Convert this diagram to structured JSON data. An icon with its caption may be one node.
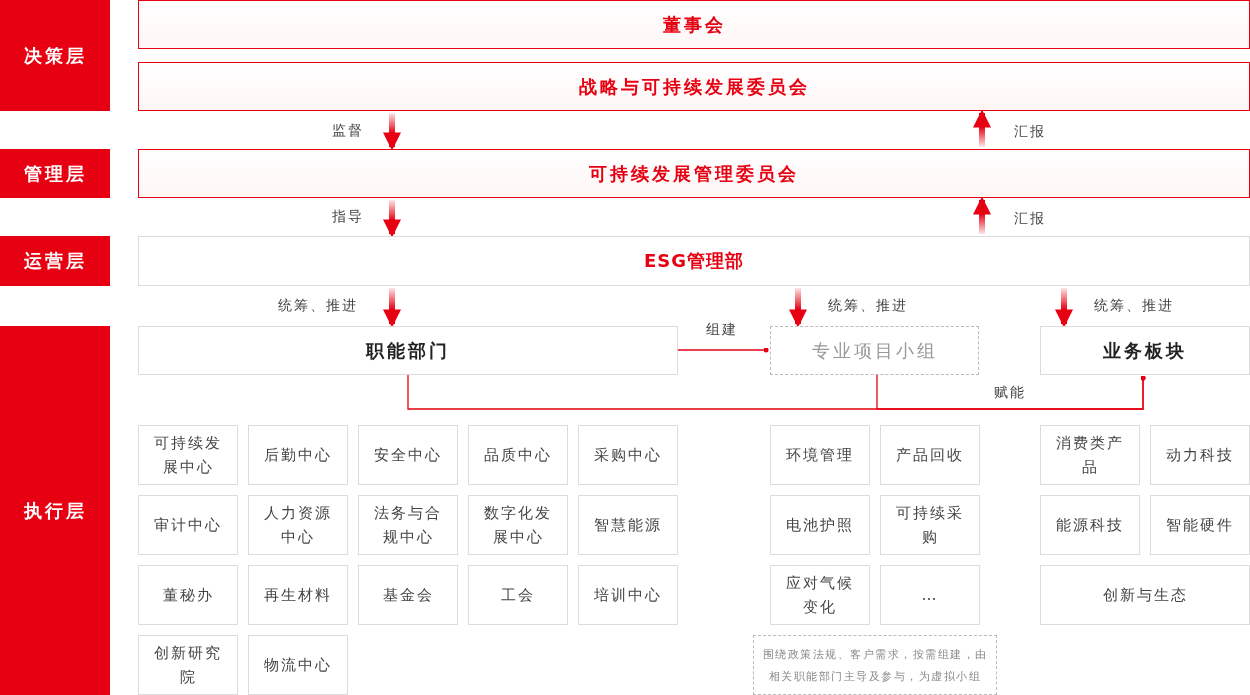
{
  "diagram": {
    "nodes": [
      {
        "text": [
          "决策层"
        ]
      },
      {
        "text": [
          "管理层"
        ]
      },
      {
        "text": [
          "运营层"
        ]
      },
      {
        "text": [
          "执行层"
        ]
      },
      {
        "text": [
          "董事会"
        ]
      },
      {
        "text": [
          "战略与可持续发展委员会"
        ]
      },
      {
        "text": [
          "可持续发展管理委员会"
        ]
      },
      {
        "text": [
          "ESG管理部"
        ]
      },
      {
        "text": [
          "职能部门"
        ]
      },
      {
        "text": [
          "专业项目小组"
        ]
      },
      {
        "text": [
          "业务板块"
        ]
      },
      {
        "text": [
          "可持续发展中心"
        ]
      },
      {
        "text": [
          "后勤中心"
        ]
      },
      {
        "text": [
          "安全中心"
        ]
      },
      {
        "text": [
          "品质中心"
        ]
      },
      {
        "text": [
          "采购中心"
        ]
      },
      {
        "text": [
          "环境管理"
        ]
      },
      {
        "text": [
          "产品回收"
        ]
      },
      {
        "text": [
          "消费类产品"
        ]
      },
      {
        "text": [
          "动力科技"
        ]
      },
      {
        "text": [
          "审计中心"
        ]
      },
      {
        "text": [
          "人力资源中心"
        ]
      },
      {
        "text": [
          "法务与合规中心"
        ]
      },
      {
        "text": [
          "数字化发展中心"
        ]
      },
      {
        "text": [
          "智慧能源"
        ]
      },
      {
        "text": [
          "电池护照"
        ]
      },
      {
        "text": [
          "可持续采购"
        ]
      },
      {
        "text": [
          "能源科技"
        ]
      },
      {
        "text": [
          "智能硬件"
        ]
      },
      {
        "text": [
          "董秘办"
        ]
      },
      {
        "text": [
          "再生材料"
        ]
      },
      {
        "text": [
          "基金会"
        ]
      },
      {
        "text": [
          "工会"
        ]
      },
      {
        "text": [
          "培训中心"
        ]
      },
      {
        "text": [
          "应对气候变化"
        ]
      },
      {
        "text": [
          "…"
        ]
      },
      {
        "text": [
          "创新与生态"
        ]
      },
      {
        "text": [
          "创新研究院"
        ]
      },
      {
        "text": [
          "物流中心"
        ]
      },
      {
        "text": [
          "围绕政策法规、客户需求，按需组建，由相关职能部门主导及参与，为虚拟小组"
        ]
      }
    ],
    "edges": [
      {
        "from": 5,
        "to": 6,
        "arrow": "to",
        "label": "监督"
      },
      {
        "from": 6,
        "to": 5,
        "arrow": "to",
        "label": "汇报"
      },
      {
        "from": 6,
        "to": 7,
        "arrow": "to",
        "label": "指导"
      },
      {
        "from": 7,
        "to": 6,
        "arrow": "to",
        "label": "汇报"
      },
      {
        "from": 7,
        "to": 8,
        "arrow": "to",
        "label": "统筹、推进"
      },
      {
        "from": 7,
        "to": 9,
        "arrow": "to",
        "label": "统筹、推进"
      },
      {
        "from": 7,
        "to": 10,
        "arrow": "to",
        "label": "统筹、推进"
      },
      {
        "from": 8,
        "to": 9,
        "arrow": "other",
        "label": "组建"
      },
      {
        "from": 8,
        "to": 10,
        "arrow": "other"
      },
      {
        "from": 9,
        "to": 10,
        "arrow": "other",
        "label": "赋能"
      }
    ]
  }
}
